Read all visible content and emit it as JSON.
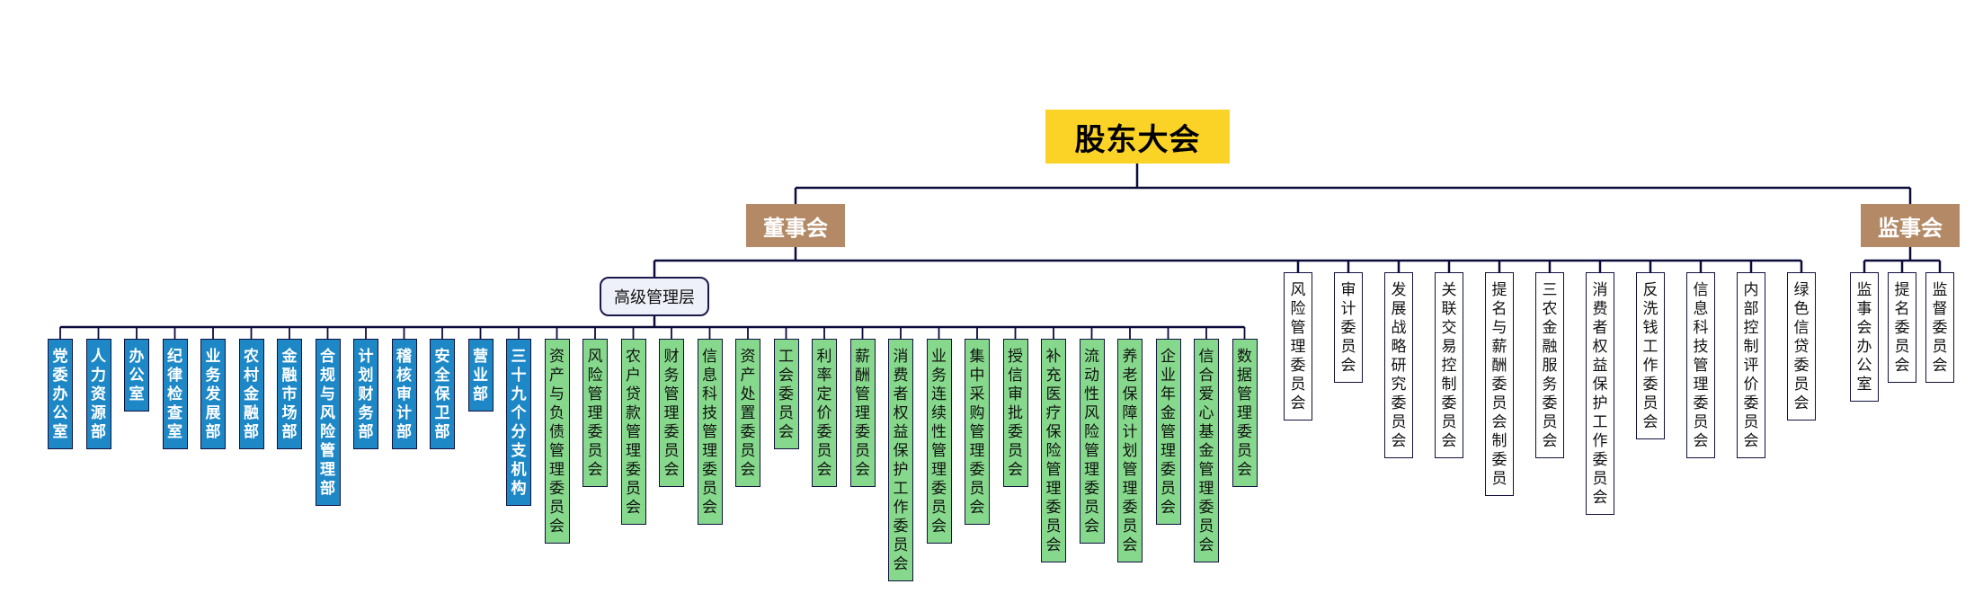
{
  "top": "股东大会",
  "board": "董事会",
  "supervisory": "监事会",
  "management": "高级管理层",
  "dept_blue": [
    "党委办公室",
    "人力资源部",
    "办公室",
    "纪律检查室",
    "业务发展部",
    "农村金融部",
    "金融市场部",
    "合规与风险管理部",
    "计划财务部",
    "稽核审计部",
    "安全保卫部",
    "营业部",
    "三十九个分支机构"
  ],
  "dept_green": [
    "资产与负债管理委员会",
    "风险管理委员会",
    "农户贷款管理委员会",
    "财务管理委员会",
    "信息科技管理委员会",
    "资产处置委员会",
    "工会委员会",
    "利率定价委员会",
    "薪酬管理委员会",
    "消费者权益保护工作委员会",
    "业务连续性管理委员会",
    "集中采购管理委员会",
    "授信审批委员会",
    "补充医疗保险管理委员会",
    "流动性风险管理委员会",
    "养老保障计划管理委员会",
    "企业年金管理委员会",
    "信合爱心基金管理委员会",
    "数据管理委员会"
  ],
  "board_committees": [
    "风险管理委员会",
    "审计委员会",
    "发展战略研究委员会",
    "关联交易控制委员会",
    "提名与薪酬委员会制委员",
    "三农金融服务委员会",
    "消费者权益保护工作委员会",
    "反洗钱工作委员会",
    "信息科技管理委员会",
    "内部控制评价委员会",
    "绿色信贷委员会"
  ],
  "supervisory_committees": [
    "监事会办公室",
    "提名委员会",
    "监督委员会"
  ],
  "colors": {
    "top": "#FBD327",
    "board": "#B48A66",
    "blue": "#1E88C7",
    "green": "#86D98C",
    "line": "#0b0b3b"
  }
}
